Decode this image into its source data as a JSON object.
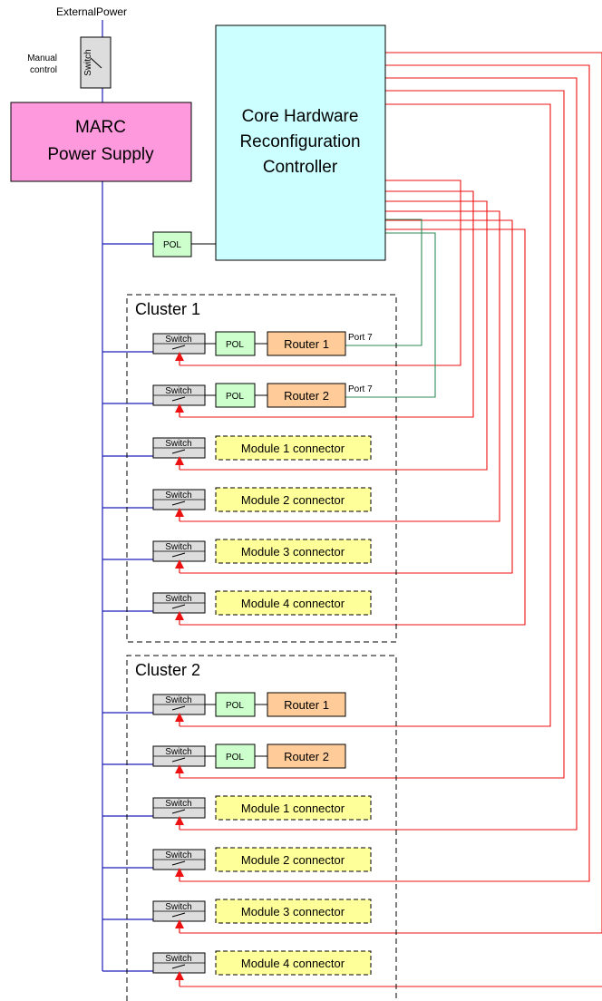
{
  "external_power_label": "ExternalPower",
  "manual_control": {
    "label": "Manual control",
    "lines": [
      "Manual",
      "control"
    ],
    "switch_label": "Switch"
  },
  "power_supply": {
    "lines": [
      "MARC",
      "Power Supply"
    ]
  },
  "controller": {
    "lines": [
      "Core Hardware",
      "Reconfiguration",
      "Controller"
    ]
  },
  "controller_pol_label": "POL",
  "clusters": [
    {
      "title": "Cluster 1",
      "rows": [
        {
          "switch": "Switch",
          "pol": "POL",
          "device": "Router 1",
          "kind": "router",
          "port": "Port 7"
        },
        {
          "switch": "Switch",
          "pol": "POL",
          "device": "Router 2",
          "kind": "router",
          "port": "Port 7"
        },
        {
          "switch": "Switch",
          "device": "Module 1 connector",
          "kind": "module"
        },
        {
          "switch": "Switch",
          "device": "Module 2 connector",
          "kind": "module"
        },
        {
          "switch": "Switch",
          "device": "Module 3 connector",
          "kind": "module"
        },
        {
          "switch": "Switch",
          "device": "Module 4 connector",
          "kind": "module"
        }
      ]
    },
    {
      "title": "Cluster 2",
      "rows": [
        {
          "switch": "Switch",
          "pol": "POL",
          "device": "Router 1",
          "kind": "router"
        },
        {
          "switch": "Switch",
          "pol": "POL",
          "device": "Router 2",
          "kind": "router"
        },
        {
          "switch": "Switch",
          "device": "Module 1 connector",
          "kind": "module"
        },
        {
          "switch": "Switch",
          "device": "Module 2 connector",
          "kind": "module"
        },
        {
          "switch": "Switch",
          "device": "Module 3 connector",
          "kind": "module"
        },
        {
          "switch": "Switch",
          "device": "Module 4 connector",
          "kind": "module"
        }
      ]
    }
  ],
  "colors": {
    "power_line": "#1f1fb8",
    "control_line": "#ee1111",
    "data_line": "#2e8b57",
    "power_supply_fill": "#ff99dd",
    "controller_fill": "#ccffff",
    "pol_fill": "#ccffcc",
    "router_fill": "#ffcc99",
    "module_fill": "#ffff99",
    "switch_fill": "#dddddd"
  }
}
